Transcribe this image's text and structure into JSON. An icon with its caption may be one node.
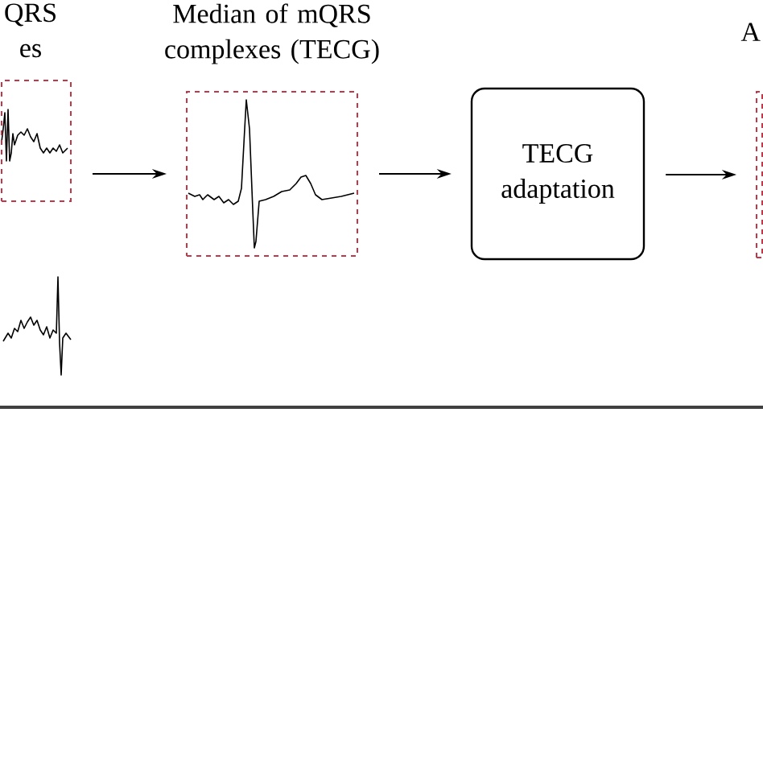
{
  "diagram": {
    "nodes": [
      {
        "text": [
          "QRS es"
        ]
      },
      {
        "text": [
          "Median of mQRS complexes (TECG)"
        ]
      },
      {
        "text": [
          "TECG adaptation"
        ]
      },
      {
        "text": [
          "A"
        ]
      }
    ],
    "edges": [
      {
        "from": 0,
        "to": 1,
        "arrow": "to"
      },
      {
        "from": 1,
        "to": 2,
        "arrow": "to"
      },
      {
        "from": 2,
        "to": 3,
        "arrow": "to"
      }
    ]
  }
}
